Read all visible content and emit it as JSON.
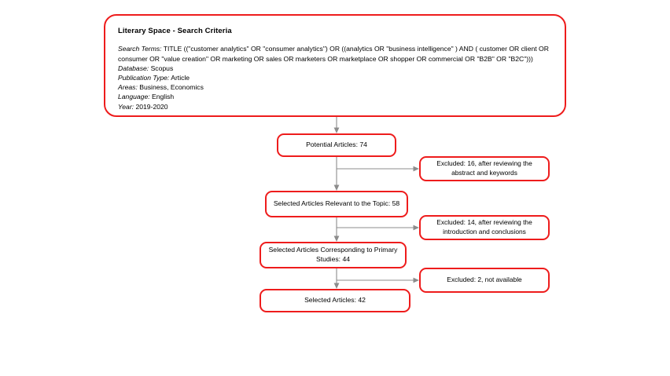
{
  "diagram": {
    "title": "PRISMA-style article selection flow",
    "accent_color": "#ee1c1c",
    "connector_color": "#8c8c8c",
    "background_color": "#ffffff"
  },
  "criteria": {
    "title": "Literary Space - Search Criteria",
    "search_terms_label": "Search Terms:",
    "search_terms_value": " TITLE ((\"customer analytics\" OR \"consumer analytics\") OR ((analytics OR \"business intelligence\" ) AND ( customer OR client OR consumer OR \"value creation\" OR marketing OR sales OR marketers OR marketplace OR shopper OR commercial OR \"B2B\" OR \"B2C\")))",
    "database_label": "Database:",
    "database_value": " Scopus",
    "publication_type_label": "Publication Type:",
    "publication_type_value": " Article",
    "areas_label": "Areas:",
    "areas_value": " Business, Economics",
    "language_label": "Language:",
    "language_value": " English",
    "year_label": "Year:",
    "year_value": " 2019-2020"
  },
  "flow": {
    "potential": "Potential Articles: 74",
    "relevant": "Selected Articles Relevant to the Topic: 58",
    "primary": "Selected Articles Corresponding to Primary Studies: 44",
    "final": "Selected Articles: 42"
  },
  "exclusions": {
    "first": "Excluded: 16, after reviewing the abstract and keywords",
    "second": "Excluded: 14, after reviewing the introduction and conclusions",
    "third": "Excluded: 2, not available"
  },
  "chart_data": {
    "type": "flowchart",
    "title": "Literary Space - Search Criteria",
    "nodes": [
      {
        "id": "potential",
        "label": "Potential Articles: 74",
        "count": 74,
        "stage": 1
      },
      {
        "id": "relevant",
        "label": "Selected Articles Relevant to the Topic: 58",
        "count": 58,
        "stage": 2
      },
      {
        "id": "primary",
        "label": "Selected Articles Corresponding to Primary Studies: 44",
        "count": 44,
        "stage": 3
      },
      {
        "id": "final",
        "label": "Selected Articles: 42",
        "count": 42,
        "stage": 4
      },
      {
        "id": "excl1",
        "label": "Excluded: 16, after reviewing the abstract and keywords",
        "count": 16,
        "stage": 1
      },
      {
        "id": "excl2",
        "label": "Excluded: 14, after reviewing the introduction and conclusions",
        "count": 14,
        "stage": 2
      },
      {
        "id": "excl3",
        "label": "Excluded: 2, not available",
        "count": 2,
        "stage": 3
      }
    ],
    "edges": [
      {
        "from": "criteria",
        "to": "potential"
      },
      {
        "from": "potential",
        "to": "relevant"
      },
      {
        "from": "potential",
        "to": "excl1"
      },
      {
        "from": "relevant",
        "to": "primary"
      },
      {
        "from": "relevant",
        "to": "excl2"
      },
      {
        "from": "primary",
        "to": "final"
      },
      {
        "from": "primary",
        "to": "excl3"
      }
    ]
  }
}
